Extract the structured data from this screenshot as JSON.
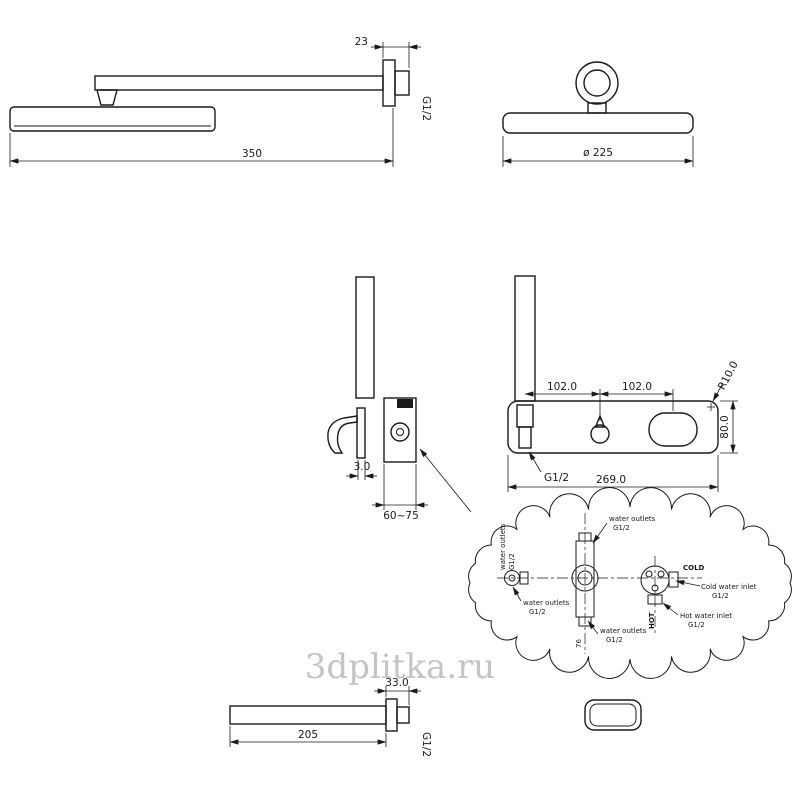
{
  "watermark": "3dplitka.ru",
  "arm": {
    "dim_23": "23",
    "thread": "G1/2",
    "dim_350": "350"
  },
  "head": {
    "dim_diameter": "ø 225"
  },
  "valve_side": {
    "dim_3": "3.0",
    "dim_60_75": "60~75"
  },
  "valve_front": {
    "dim_102_left": "102.0",
    "dim_102_right": "102.0",
    "radius": "R10.0",
    "dim_80": "80.0",
    "dim_269": "269.0",
    "thread": "G1/2"
  },
  "bubble": {
    "outlet_top_1": "water outlets",
    "outlet_top_2": "G1/2",
    "outlet_side_vertical_1": "water outlets",
    "outlet_side_vertical_2": "G1/2",
    "outlet_left_1": "water outlets",
    "outlet_left_2": "G1/2",
    "outlet_bottom_1": "water outlets",
    "outlet_bottom_2": "G1/2",
    "cold_label": "COLD",
    "cold_inlet_1": "Cold water inlet",
    "cold_inlet_2": "G1/2",
    "hot_label": "HOT",
    "hot_inlet_1": "Hot water inlet",
    "hot_inlet_2": "G1/2",
    "dim_76": "76"
  },
  "spout": {
    "dim_33": "33.0",
    "dim_205": "205",
    "thread": "G1/2"
  }
}
